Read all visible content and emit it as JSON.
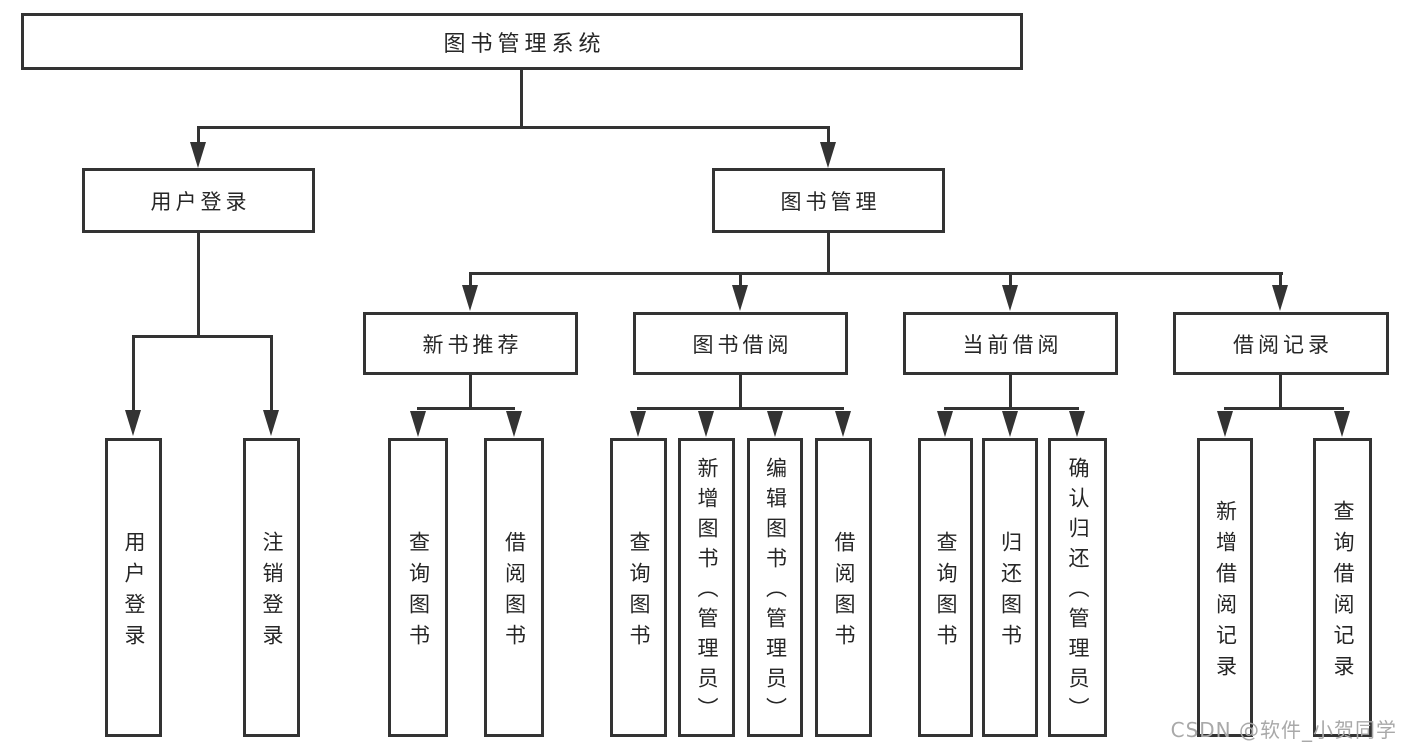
{
  "colors": {
    "line": "#333333",
    "text": "#262626",
    "background": "#ffffff",
    "watermark_gray": "#a9a9a9"
  },
  "tree": {
    "root": "图书管理系统",
    "branches": [
      {
        "label": "用户登录",
        "children": [
          "用户登录",
          "注销登录"
        ]
      },
      {
        "label": "图书管理",
        "children": [
          {
            "label": "新书推荐",
            "children": [
              "查询图书",
              "借阅图书"
            ]
          },
          {
            "label": "图书借阅",
            "children": [
              "查询图书",
              "新增图书（管理员）",
              "编辑图书（管理员）",
              "借阅图书"
            ]
          },
          {
            "label": "当前借阅",
            "children": [
              "查询图书",
              "归还图书",
              "确认归还（管理员）"
            ]
          },
          {
            "label": "借阅记录",
            "children": [
              "新增借阅记录",
              "查询借阅记录"
            ]
          }
        ]
      }
    ]
  },
  "watermark": "CSDN @软件_小贺同学"
}
